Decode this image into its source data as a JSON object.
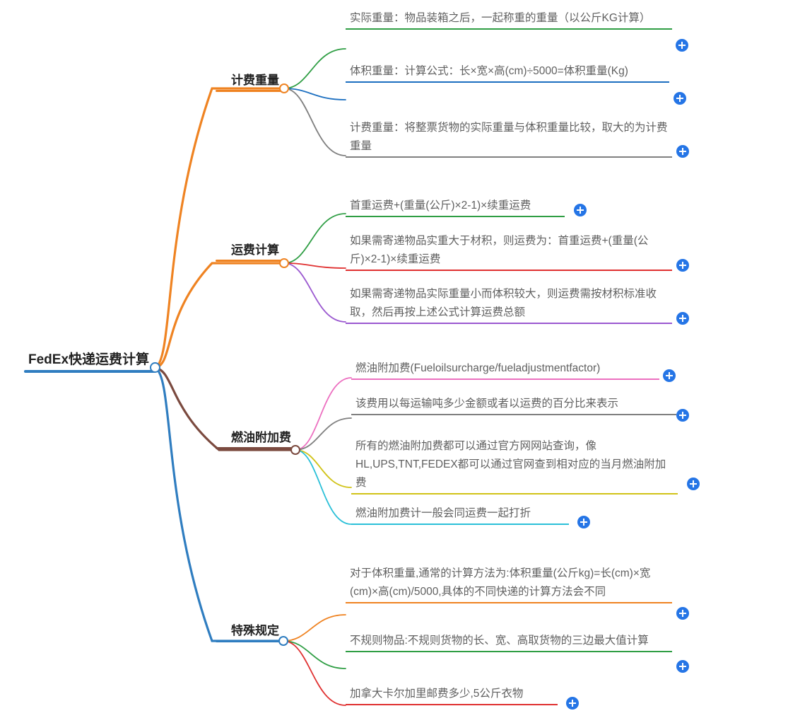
{
  "mindmap": {
    "root": {
      "label": "FedEx快递运费计算",
      "color": "#2f7dc0"
    },
    "branches": [
      {
        "label": "计费重量",
        "color": "#ef8322",
        "leaves": [
          {
            "text": "实际重量：物品装箱之后，一起称重的重量（以公斤KG计算）",
            "color": "#2f9e44",
            "expand_label": "+"
          },
          {
            "text": "体积重量：计算公式：长×宽×高(cm)÷5000=体积重量(Kg)",
            "color": "#1c6fc0",
            "expand_label": "+"
          },
          {
            "text": "计费重量：将整票货物的实际重量与体积重量比较，取大的为计费重量",
            "color": "#808080",
            "expand_label": "+"
          }
        ]
      },
      {
        "label": "运费计算",
        "color": "#ef8322",
        "leaves": [
          {
            "text": "首重运费+(重量(公斤)×2-1)×续重运费",
            "color": "#2f9e44",
            "expand_label": "+"
          },
          {
            "text": "如果需寄递物品实重大于材积，则运费为：首重运费+(重量(公斤)×2-1)×续重运费",
            "color": "#e03131",
            "expand_label": "+"
          },
          {
            "text": "如果需寄递物品实际重量小而体积较大，则运费需按材积标准收取，然后再按上述公式计算运费总额",
            "color": "#9b59d0",
            "expand_label": "+"
          }
        ]
      },
      {
        "label": "燃油附加费",
        "color": "#7b4a3f",
        "leaves": [
          {
            "text": "燃油附加费(Fueloilsurcharge/fueladjustmentfactor)",
            "color": "#ec6fc0",
            "expand_label": "+"
          },
          {
            "text": "该费用以每运输吨多少金额或者以运费的百分比来表示",
            "color": "#808080",
            "expand_label": "+"
          },
          {
            "text": "所有的燃油附加费都可以通过官方网网站查询，像HL,UPS,TNT,FEDEX都可以通过官网查到相对应的当月燃油附加费",
            "color": "#d1c318",
            "expand_label": "+"
          },
          {
            "text": "燃油附加费计一般会同运费一起打折",
            "color": "#2bc0d8",
            "expand_label": "+"
          }
        ]
      },
      {
        "label": "特殊规定",
        "color": "#2f7dc0",
        "leaves": [
          {
            "text": "对于体积重量,通常的计算方法为:体积重量(公斤kg)=长(cm)×宽(cm)×高(cm)/5000,具体的不同快递的计算方法会不同",
            "color": "#ef8322",
            "expand_label": "+"
          },
          {
            "text": "不规则物品:不规则货物的长、宽、高取货物的三边最大值计算",
            "color": "#2f9e44",
            "expand_label": "+"
          },
          {
            "text": "加拿大卡尔加里邮费多少,5公斤衣物",
            "color": "#e03131",
            "expand_label": "+"
          }
        ]
      }
    ]
  }
}
